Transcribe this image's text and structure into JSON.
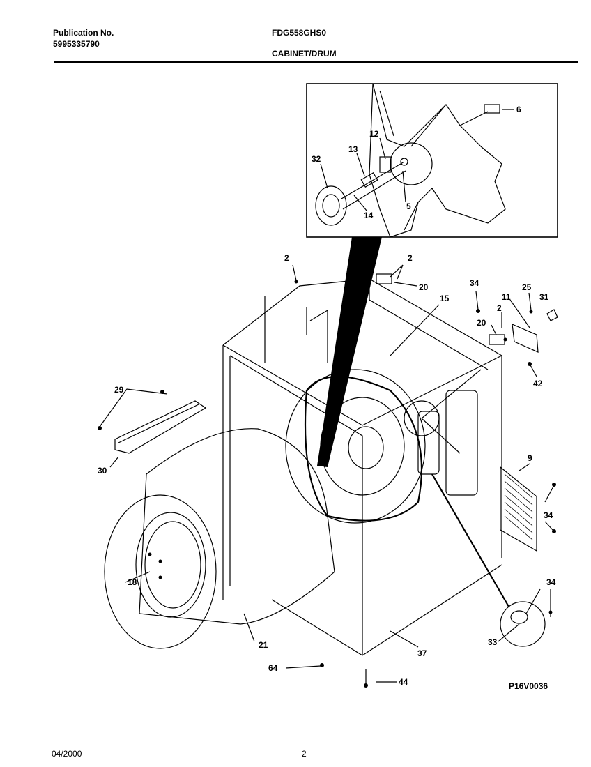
{
  "header": {
    "publication_label": "Publication No.",
    "publication_number": "5995335790",
    "model": "FDG558GHS0",
    "section": "CABINET/DRUM"
  },
  "diagram": {
    "drawing_id": "P16V0036",
    "inset_callouts": [
      "6",
      "12",
      "13",
      "32",
      "5",
      "14"
    ],
    "callouts": [
      "2",
      "2",
      "20",
      "34",
      "15",
      "25",
      "11",
      "31",
      "2",
      "20",
      "42",
      "29",
      "30",
      "9",
      "34",
      "18",
      "34",
      "33",
      "21",
      "37",
      "64",
      "44"
    ]
  },
  "footer": {
    "date": "04/2000",
    "page": "2"
  }
}
